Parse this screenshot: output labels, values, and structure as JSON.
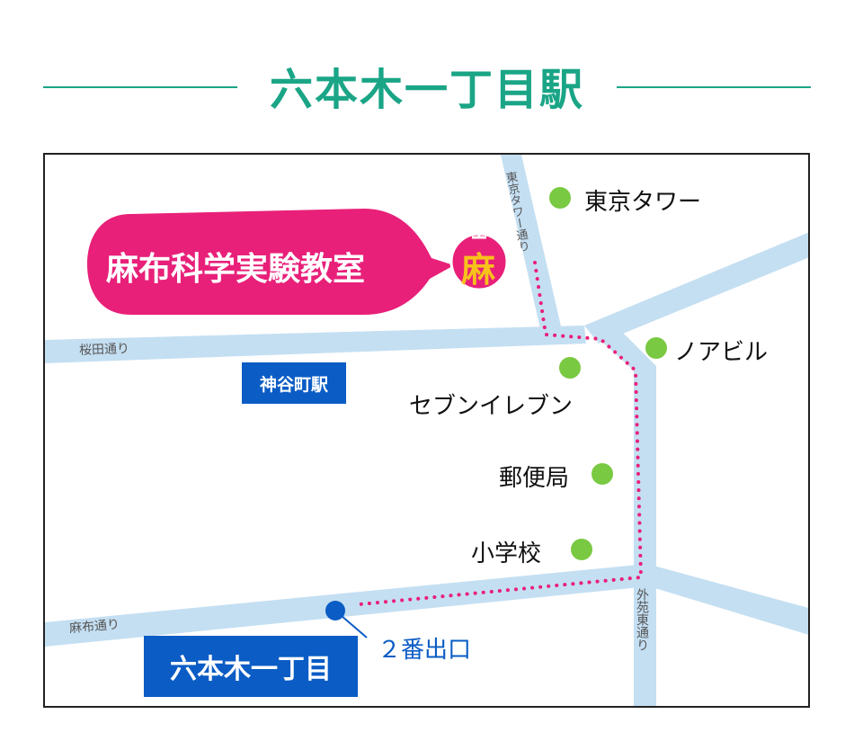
{
  "title": "六本木一丁目駅",
  "map": {
    "school_name": "麻布科学実験教室",
    "school_logo_char": "麻",
    "roads": {
      "tokyo_tower_dori": "東京タワー通り",
      "sakurada_dori": "桜田通り",
      "azabu_dori": "麻布通り",
      "gaien_higashi_dori": "外苑東通り"
    },
    "stations": {
      "kamiyacho": "神谷町駅",
      "roppongi_itchome": "六本木一丁目"
    },
    "landmarks": {
      "tokyo_tower": "東京タワー",
      "noa_building": "ノアビル",
      "seven_eleven": "セブンイレブン",
      "post_office": "郵便局",
      "elementary_school": "小学校"
    },
    "exit": "２番出口",
    "colors": {
      "title": "#1aa587",
      "road": "#c5dff2",
      "route": "#e8207a",
      "bubble": "#e8207a",
      "landmark_dot": "#7ac943",
      "station": "#0b5cc5"
    }
  }
}
